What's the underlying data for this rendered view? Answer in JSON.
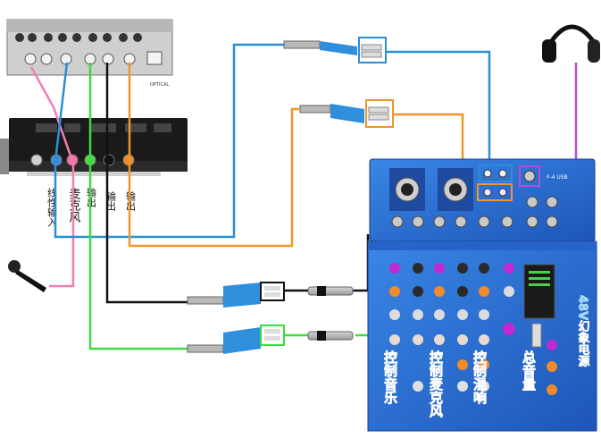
{
  "soundcard_labels": [
    "线性输入",
    "麦克风",
    "输出",
    "输出"
  ],
  "mixer_labels": [
    "控制音乐",
    "控制麦克风",
    "控制混响",
    "总音量"
  ],
  "mixer_side_label": "48V幻象电源",
  "mixer_model": "F-4 USB",
  "colors": {
    "blue_cable": "#2a8fd6",
    "orange_cable": "#f0962a",
    "green_cable": "#3ddc3d",
    "black_cable": "#111111",
    "pink_cable": "#f27fb4",
    "purple_cable": "#b44fd0",
    "mixer_body": "#2f6fd0"
  }
}
